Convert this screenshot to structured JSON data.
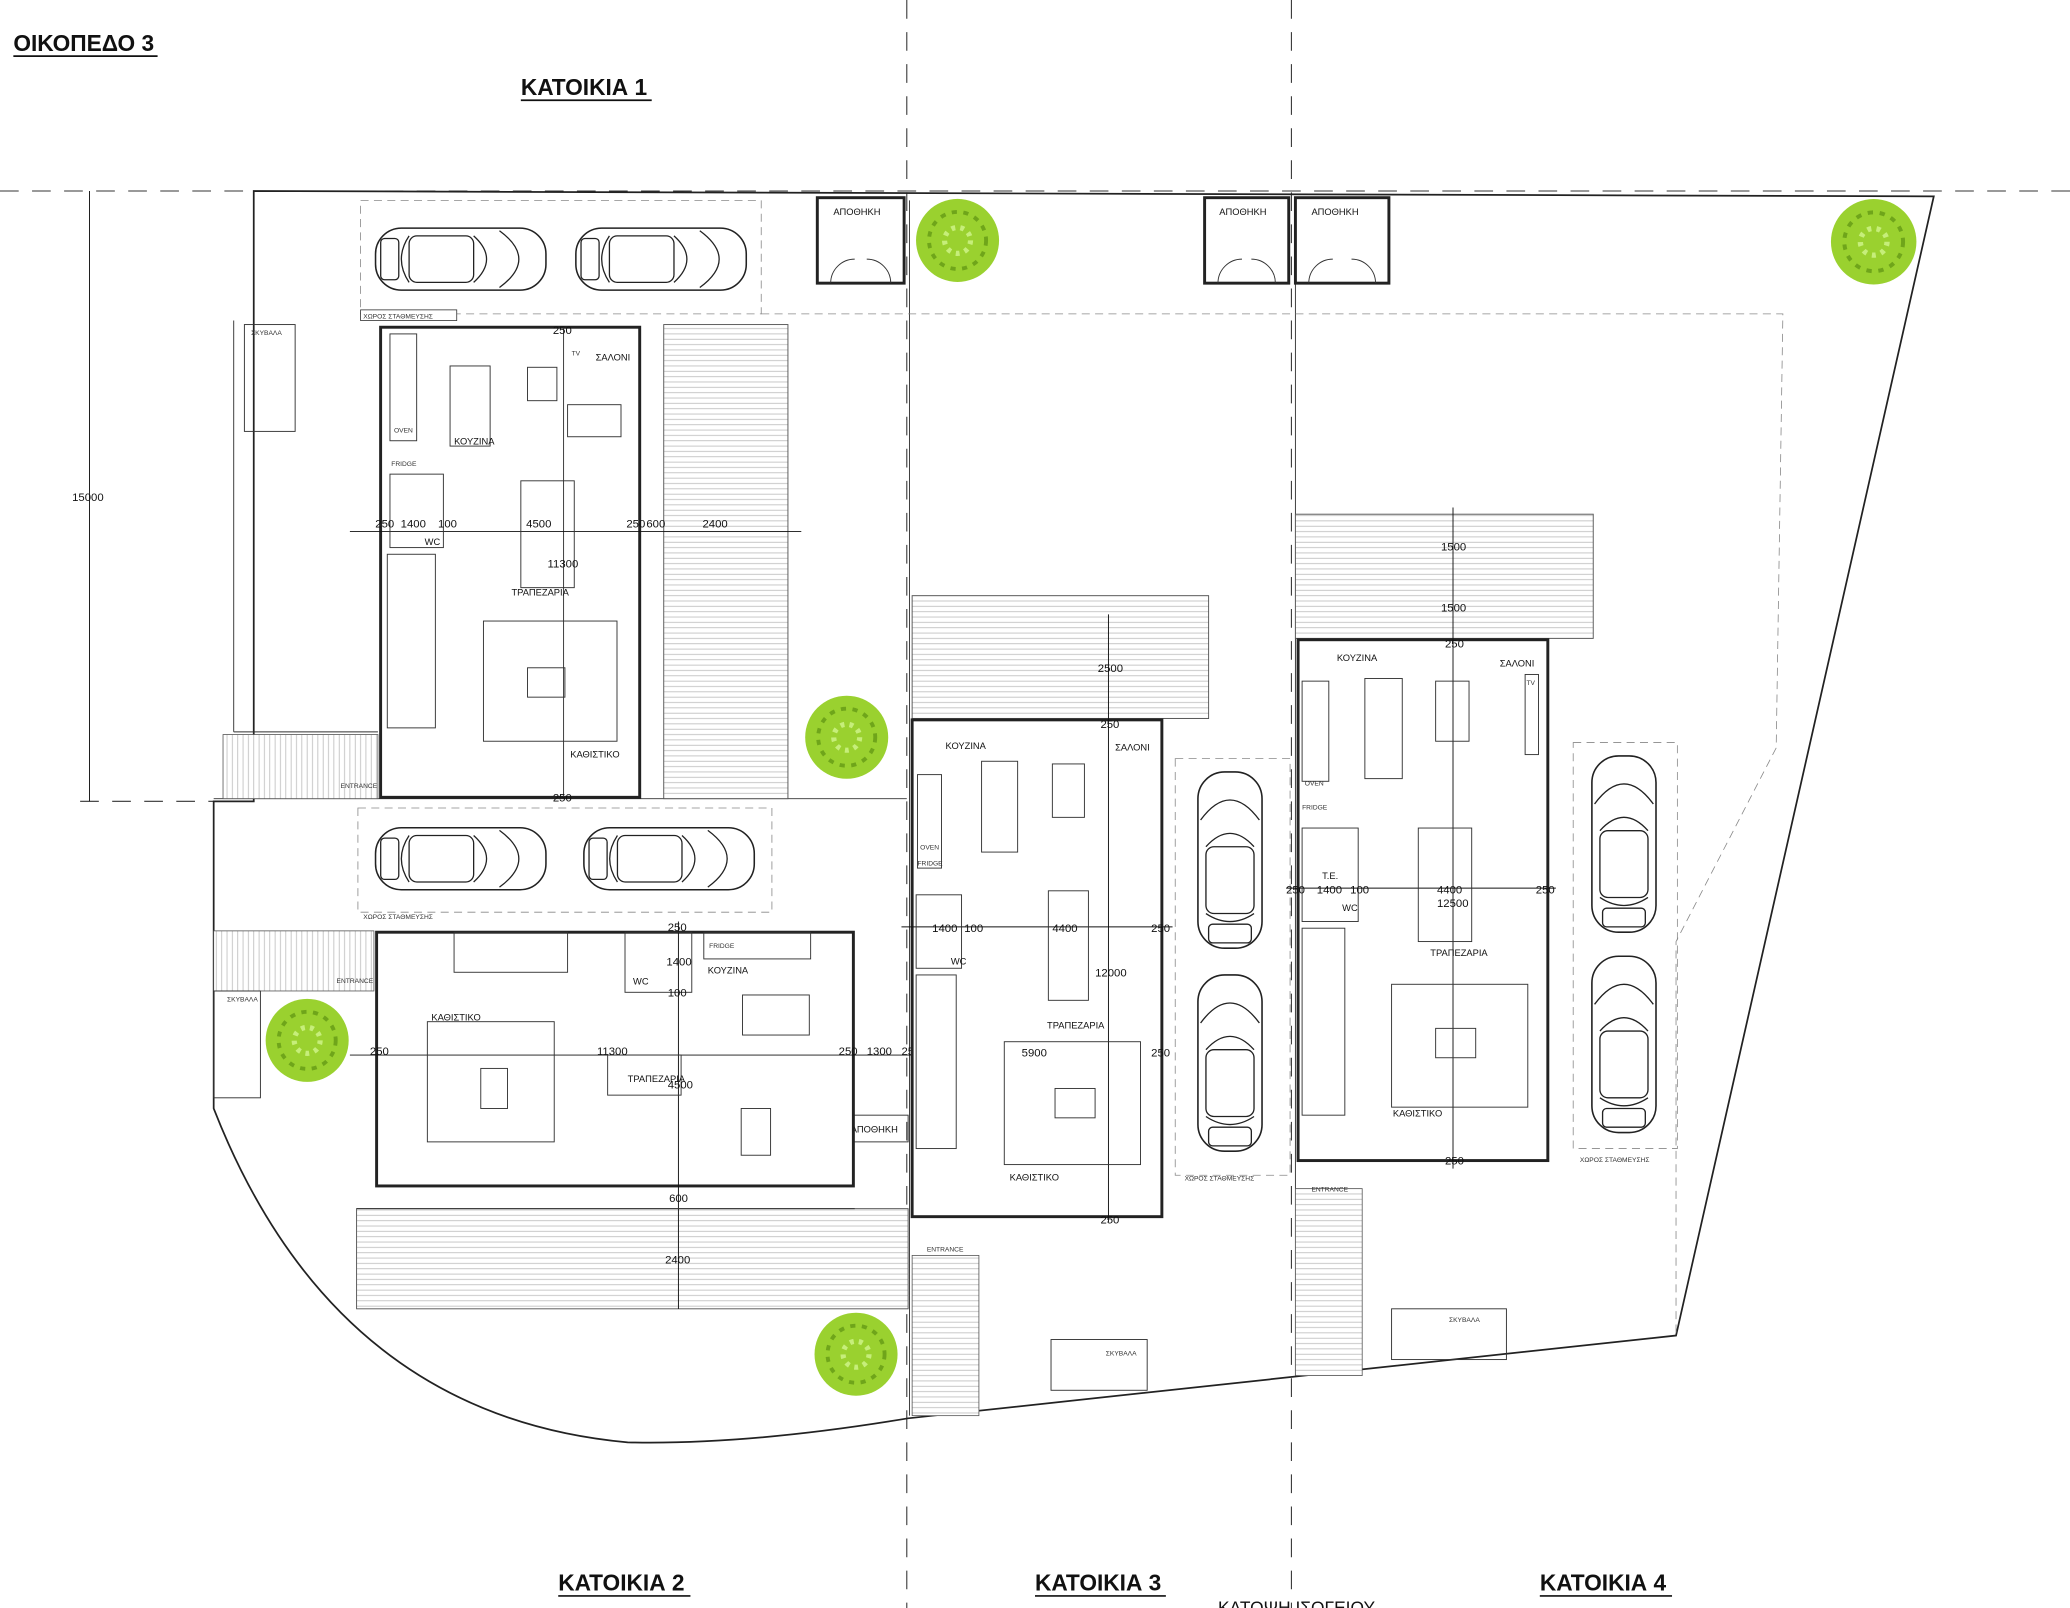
{
  "plot_title": "ΟΙΚΟΠΕΔΟ 3",
  "drawing_title": "ΚΑΤΟΨΗ ΙΣΟΓΕΙΟΥ",
  "overall_dimension": "15000",
  "colors": {
    "tree": "#9ad12f",
    "line": "#222222",
    "deck_hatch": "#bbbbbb"
  },
  "labels": {
    "storage": "ΑΠΟΘΗΚΗ",
    "parking": "ΧΩΡΟΣ ΣΤΑΘΜΕΥΣΗΣ",
    "entrance": "ENTRANCE",
    "kitchen": "ΚΟΥΖΙΝΑ",
    "living": "ΣΑΛΟΝΙ",
    "dining": "ΤΡΑΠΕΖΑΡΙΑ",
    "lounge": "ΚΑΘΙΣΤΙΚΟ",
    "wc": "WC",
    "te": "T.E.",
    "oven": "OVEN",
    "fridge": "FRIDGE",
    "tv": "TV",
    "bins": "ΣΚΥΒΑΛΑ"
  },
  "houses": [
    {
      "title": "ΚΑΤΟΙΚΙΑ 1",
      "dims": [
        "250",
        "1400",
        "100",
        "4500",
        "250",
        "600",
        "2400",
        "11300",
        "250",
        "250"
      ]
    },
    {
      "title": "ΚΑΤΟΙΚΙΑ 2",
      "dims": [
        "250",
        "1400",
        "100",
        "11300",
        "4500",
        "250",
        "1300",
        "250",
        "600",
        "2400",
        "250"
      ]
    },
    {
      "title": "ΚΑΤΟΙΚΙΑ 3",
      "dims": [
        "2500",
        "250",
        "1400",
        "100",
        "4400",
        "250",
        "12000",
        "5900",
        "250",
        "250"
      ]
    },
    {
      "title": "ΚΑΤΟΙΚΙΑ 4",
      "dims": [
        "1500",
        "1500",
        "250",
        "250",
        "1400",
        "100",
        "4400",
        "12500",
        "250",
        "250"
      ]
    }
  ]
}
